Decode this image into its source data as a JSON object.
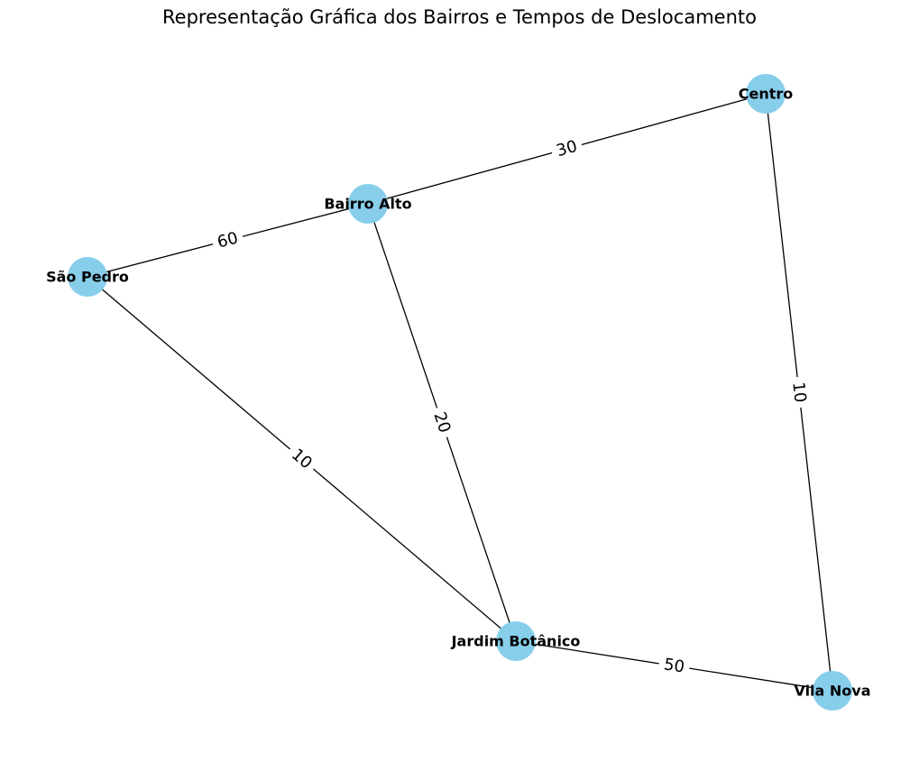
{
  "title": "Representação Gráfica dos Bairros e Tempos de Deslocamento",
  "colors": {
    "node_fill": "#87ceeb",
    "edge_stroke": "#000000",
    "background": "#ffffff"
  },
  "nodes": [
    {
      "id": "centro",
      "label": "Centro"
    },
    {
      "id": "bairro-alto",
      "label": "Bairro Alto"
    },
    {
      "id": "sao-pedro",
      "label": "São Pedro"
    },
    {
      "id": "jardim-botanico",
      "label": "Jardim Botânico"
    },
    {
      "id": "vila-nova",
      "label": "Vila Nova"
    }
  ],
  "edges": [
    {
      "from": "centro",
      "to": "bairro-alto",
      "weight": "30"
    },
    {
      "from": "bairro-alto",
      "to": "sao-pedro",
      "weight": "60"
    },
    {
      "from": "bairro-alto",
      "to": "jardim-botanico",
      "weight": "20"
    },
    {
      "from": "sao-pedro",
      "to": "jardim-botanico",
      "weight": "10"
    },
    {
      "from": "centro",
      "to": "vila-nova",
      "weight": "10"
    },
    {
      "from": "jardim-botanico",
      "to": "vila-nova",
      "weight": "50"
    }
  ]
}
